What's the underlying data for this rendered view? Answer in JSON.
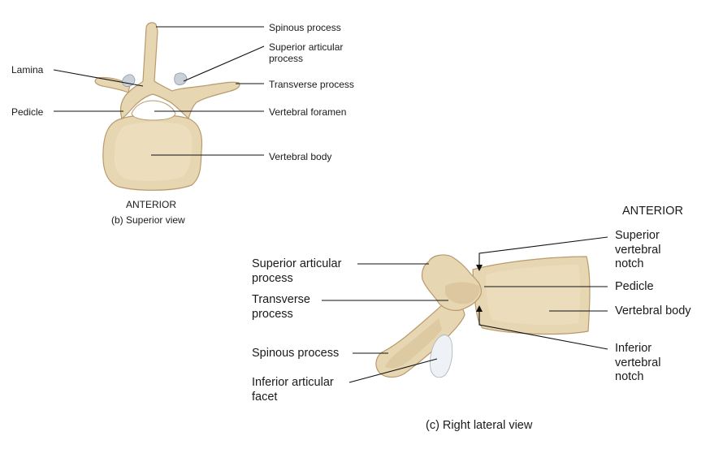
{
  "colors": {
    "bone": "#e7d6b2",
    "bone_outline": "#b89a6c",
    "facet": "#c9d0d8",
    "leader": "#111111",
    "text": "#1a1a1a"
  },
  "superior_view": {
    "labels": {
      "spinous_process": "Spinous process",
      "superior_articular_process": "Superior articular\nprocess",
      "transverse_process": "Transverse process",
      "lamina": "Lamina",
      "pedicle": "Pedicle",
      "vertebral_foramen": "Vertebral foramen",
      "vertebral_body": "Vertebral body"
    },
    "orientation": "ANTERIOR",
    "caption": "(b) Superior view"
  },
  "lateral_view": {
    "orientation": "ANTERIOR",
    "labels": {
      "superior_articular_process": "Superior articular\nprocess",
      "transverse_process": "Transverse\nprocess",
      "spinous_process": "Spinous process",
      "inferior_articular_facet": "Inferior articular\nfacet",
      "superior_vertebral_notch": "Superior\nvertebral\nnotch",
      "pedicle": "Pedicle",
      "vertebral_body": "Vertebral body",
      "inferior_vertebral_notch": "Inferior\nvertebral\nnotch"
    },
    "caption": "(c)  Right lateral view"
  }
}
